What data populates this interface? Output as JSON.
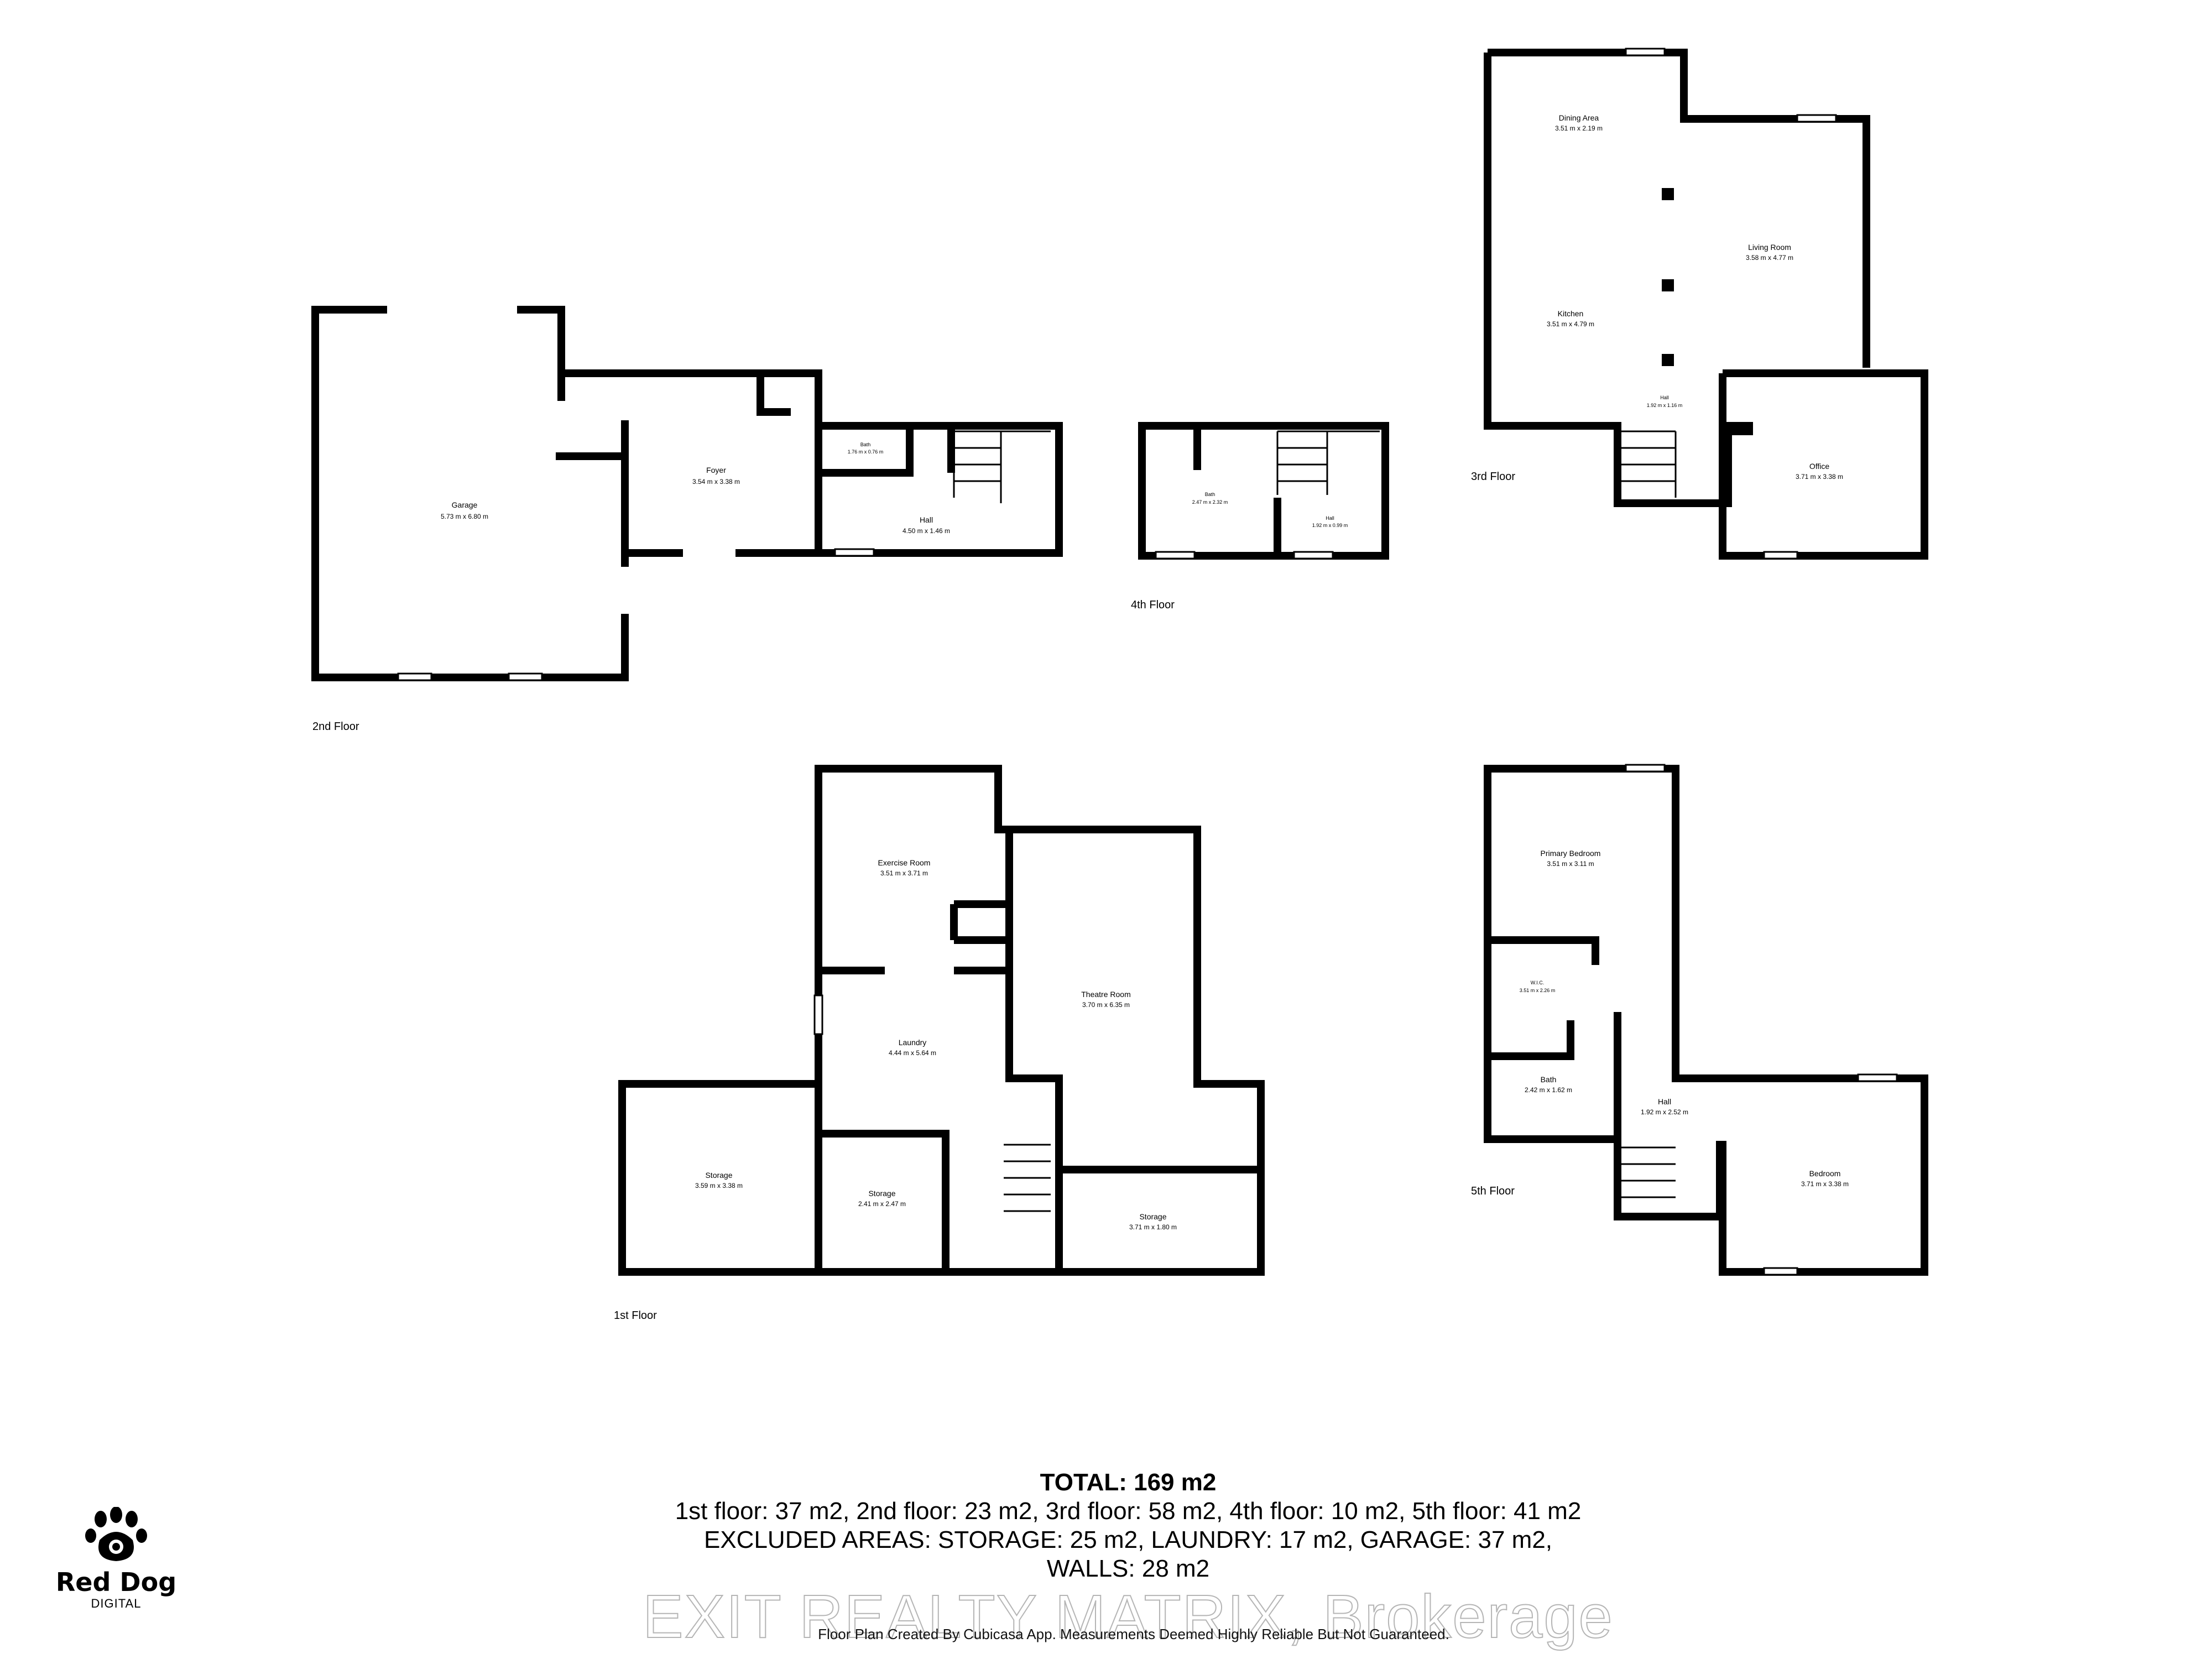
{
  "floors": [
    {
      "label": "2nd Floor",
      "rooms": [
        {
          "name": "Garage",
          "dim": "5.73 m x 6.80 m"
        },
        {
          "name": "Foyer",
          "dim": "3.54 m x 3.38 m"
        },
        {
          "name": "Bath",
          "dim": "1.76 m x 0.76 m"
        },
        {
          "name": "Hall",
          "dim": "4.50 m x 1.46 m"
        }
      ]
    },
    {
      "label": "4th Floor",
      "rooms": [
        {
          "name": "Bath",
          "dim": "2.47 m x 2.32 m"
        },
        {
          "name": "Hall",
          "dim": "1.92 m x 0.99 m"
        }
      ]
    },
    {
      "label": "3rd Floor",
      "rooms": [
        {
          "name": "Dining Area",
          "dim": "3.51 m x 2.19 m"
        },
        {
          "name": "Living Room",
          "dim": "3.58 m x 4.77 m"
        },
        {
          "name": "Kitchen",
          "dim": "3.51 m x 4.79 m"
        },
        {
          "name": "Hall",
          "dim": "1.92 m x 1.16 m"
        },
        {
          "name": "Office",
          "dim": "3.71 m x 3.38 m"
        }
      ]
    },
    {
      "label": "1st Floor",
      "rooms": [
        {
          "name": "Exercise Room",
          "dim": "3.51 m x 3.71 m"
        },
        {
          "name": "Theatre Room",
          "dim": "3.70 m x 6.35 m"
        },
        {
          "name": "Laundry",
          "dim": "4.44 m x 5.64 m"
        },
        {
          "name": "Storage",
          "dim": "3.59 m x 3.38 m"
        },
        {
          "name": "Storage",
          "dim": "2.41 m x 2.47 m"
        },
        {
          "name": "Storage",
          "dim": "3.71 m x 1.80 m"
        }
      ]
    },
    {
      "label": "5th Floor",
      "rooms": [
        {
          "name": "Primary Bedroom",
          "dim": "3.51 m x 3.11 m"
        },
        {
          "name": "W.I.C.",
          "dim": "3.51 m x 2.26 m"
        },
        {
          "name": "Bath",
          "dim": "2.42 m x 1.62 m"
        },
        {
          "name": "Hall",
          "dim": "1.92 m x 2.52 m"
        },
        {
          "name": "Bedroom",
          "dim": "3.71 m x 3.38 m"
        }
      ]
    }
  ],
  "summary": {
    "total": "TOTAL: 169 m2",
    "floors_line": "1st floor: 37 m2, 2nd floor: 23 m2, 3rd floor: 58 m2, 4th floor: 10 m2, 5th floor: 41 m2",
    "excluded_line": "EXCLUDED AREAS: STORAGE: 25 m2, LAUNDRY: 17 m2, GARAGE: 37 m2,",
    "walls_line": "WALLS: 28 m2"
  },
  "disclaimer": "Floor Plan Created By Cubicasa App. Measurements Deemed Highly Reliable But Not Guaranteed.",
  "watermark": "EXIT REALTY MATRIX, Brokerage",
  "logo": {
    "name": "Red Dog",
    "sub": "DIGITAL",
    "icon": "paw-camera-icon"
  },
  "colors": {
    "wall": "#000000",
    "background": "#ffffff"
  }
}
